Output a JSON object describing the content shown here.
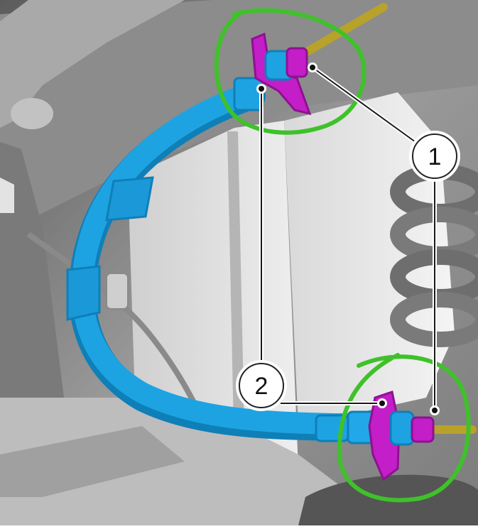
{
  "diagram": {
    "callouts": [
      {
        "id": "1",
        "label": "1"
      },
      {
        "id": "2",
        "label": "2"
      }
    ],
    "colors": {
      "hose": "#1ea3e2",
      "hose_shadow": "#0f7fb8",
      "clip": "#c41ec8",
      "clip_shadow": "#8d1291",
      "steel_line": "#b8a22a",
      "highlight": "#3fc12a",
      "background_dark": "#6a6a6a",
      "background_light": "#d8d8d8"
    }
  }
}
